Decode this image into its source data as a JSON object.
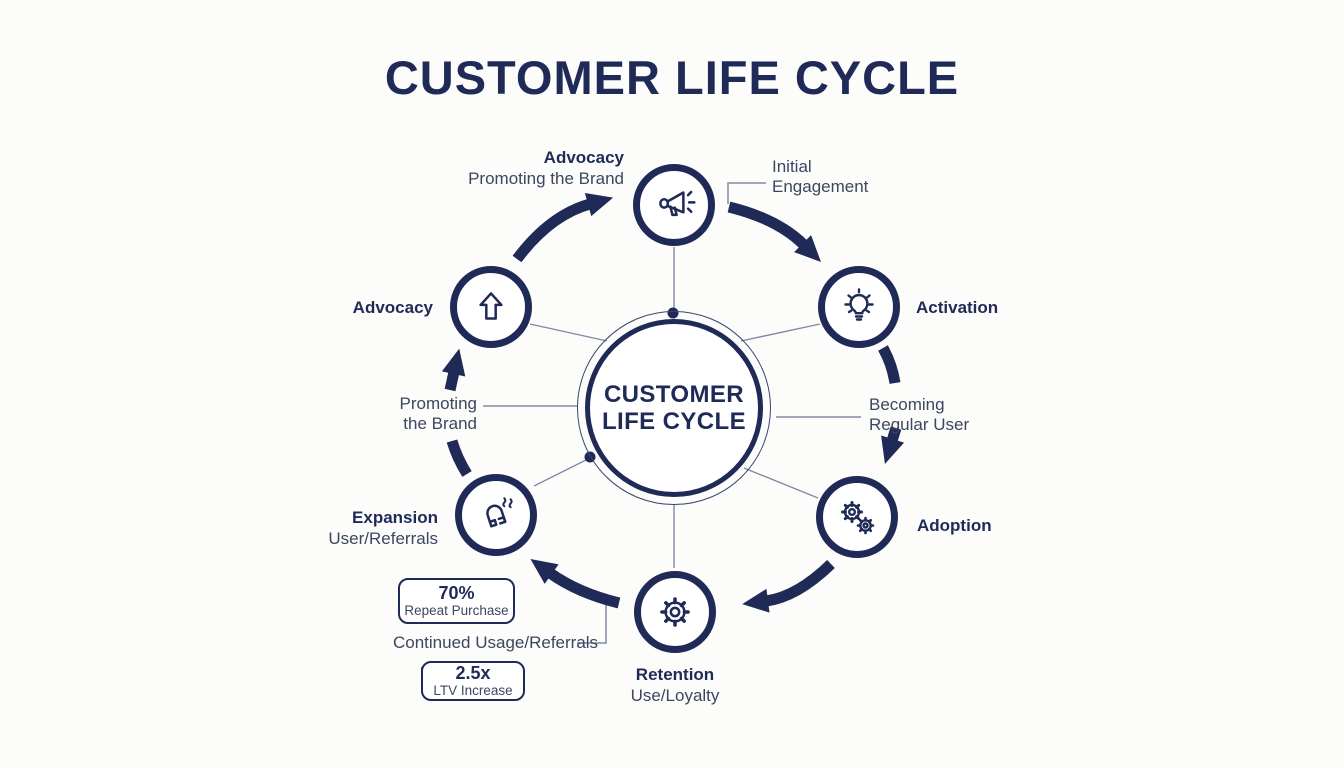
{
  "title": "CUSTOMER LIFE CYCLE",
  "colors": {
    "navy": "#1f2a57",
    "navy-ring": "#39446f",
    "slate": "#3d4660",
    "line": "#8289a8",
    "bg": "#fcfcfb"
  },
  "center": {
    "line1": "CUSTOMER",
    "line2": "LIFE CYCLE"
  },
  "nodes": {
    "advocacy_top": {
      "label": "Advocacy",
      "sublabel": "Promoting the Brand",
      "icon": "megaphone-icon"
    },
    "activation": {
      "label": "Activation",
      "icon": "lightbulb-icon"
    },
    "adoption": {
      "label": "Adoption",
      "icon": "gears-icon"
    },
    "retention": {
      "label": "Retention",
      "sublabel": "Use/Loyalty",
      "icon": "gear-icon"
    },
    "expansion": {
      "label": "Expansion",
      "sublabel": "User/Referrals",
      "icon": "magnet-icon"
    },
    "advocacy_left": {
      "label": "Advocacy",
      "icon": "arrow-up-icon"
    }
  },
  "annotations": {
    "initial_engagement": {
      "line1": "Initial",
      "line2": "Engagement"
    },
    "becoming_regular_user": {
      "line1": "Becoming",
      "line2": "Regular User"
    },
    "promoting_the_brand": {
      "line1": "Promoting",
      "line2": "the Brand"
    },
    "continued_usage": "Continued Usage/Referrals"
  },
  "stats": [
    {
      "value": "70%",
      "label": "Repeat Purchase"
    },
    {
      "value": "2.5x",
      "label": "LTV Increase"
    }
  ]
}
